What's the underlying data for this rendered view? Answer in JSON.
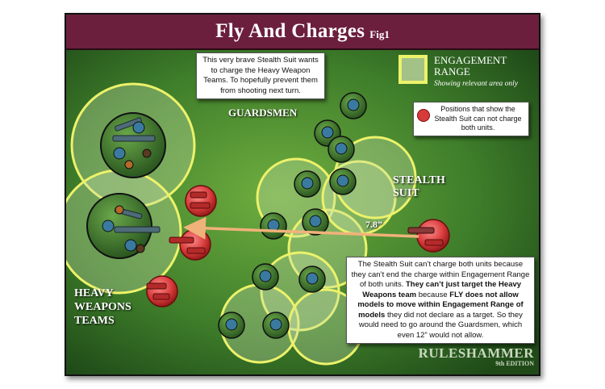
{
  "title": "Fly And Charges",
  "title_fig": "Fig1",
  "legend": {
    "title": "ENGAGEMENT RANGE",
    "subtitle": "Showing relevant area only",
    "fill_color": "#a3c287",
    "border_color": "#ecf26a"
  },
  "positions_note": "Positions that show the Stealth Suit can not charge both units.",
  "callout_top": "This very brave Stealth Suit wants to charge the Heavy Weapon Teams. To hopefully  prevent them from shooting next turn.",
  "callout_bottom": {
    "p1": "The Stealth Suit can’t charge both units because they can’t end the charge within Engagement Range of both units. ",
    "p2": "They can’t just target the Heavy Weapons team",
    "p3": " because ",
    "p4": "FLY does not allow models to move within Engagement Range of models",
    "p5": " they did not declare as a target. So they would need to go around the Guardsmen, which even 12” would not allow."
  },
  "labels": {
    "guardsmen": "GUARDSMEN",
    "stealth_line1": "STEALTH",
    "stealth_line2": "SUIT",
    "heavy_line1": "HEAVY",
    "heavy_line2": "WEAPONS",
    "heavy_line3": "TEAMS"
  },
  "distance": "7.8”",
  "brand": {
    "name": "RULESHAMMER",
    "edition": "9th EDITION"
  },
  "colors": {
    "header": "#6b1f3c",
    "board": "#3f7a2c",
    "engagement_ring": "#ecf26a",
    "stealth_suit": "#d63a3a",
    "arrow": "#f0b27a"
  }
}
